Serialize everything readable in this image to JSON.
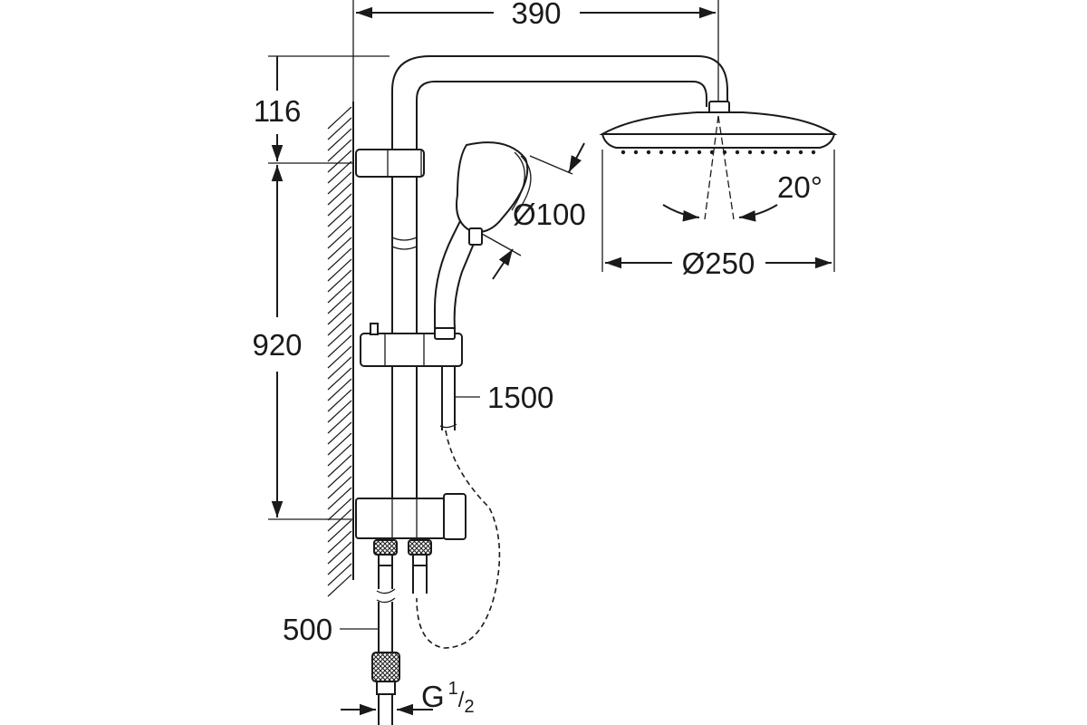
{
  "dimensions": {
    "arm_reach": "390",
    "overhead_height": "116",
    "rail_height": "920",
    "hand_shower_diameter": "Ø100",
    "head_shower_diameter": "Ø250",
    "swivel_angle": "20°",
    "hose_length": "1500",
    "supply_hose_length": "500",
    "thread_main": "G",
    "thread_num": "1",
    "thread_den": "2"
  }
}
